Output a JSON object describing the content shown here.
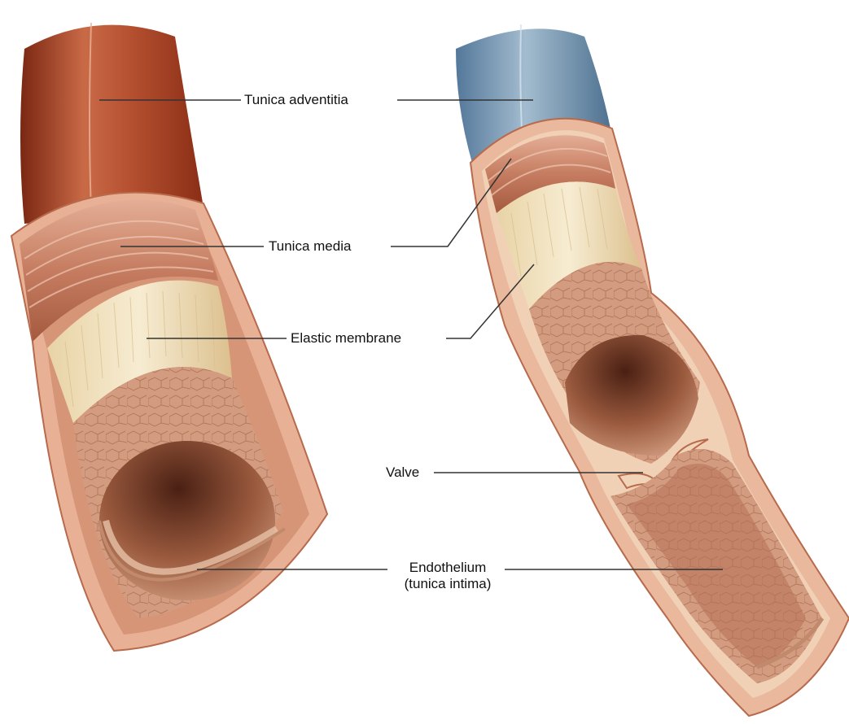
{
  "labels": {
    "tunica_adventitia": "Tunica adventitia",
    "tunica_media": "Tunica media",
    "elastic_membrane": "Elastic membrane",
    "valve": "Valve",
    "endothelium_line1": "Endothelium",
    "endothelium_line2": "(tunica intima)"
  },
  "colors": {
    "artery_outer": "#a8452a",
    "vein_outer": "#6b8ea8",
    "wall_pink": "#e2a98c",
    "elastic_cream": "#efdfba",
    "lumen_dark": "#6e3a26",
    "leader_line": "#333333"
  }
}
